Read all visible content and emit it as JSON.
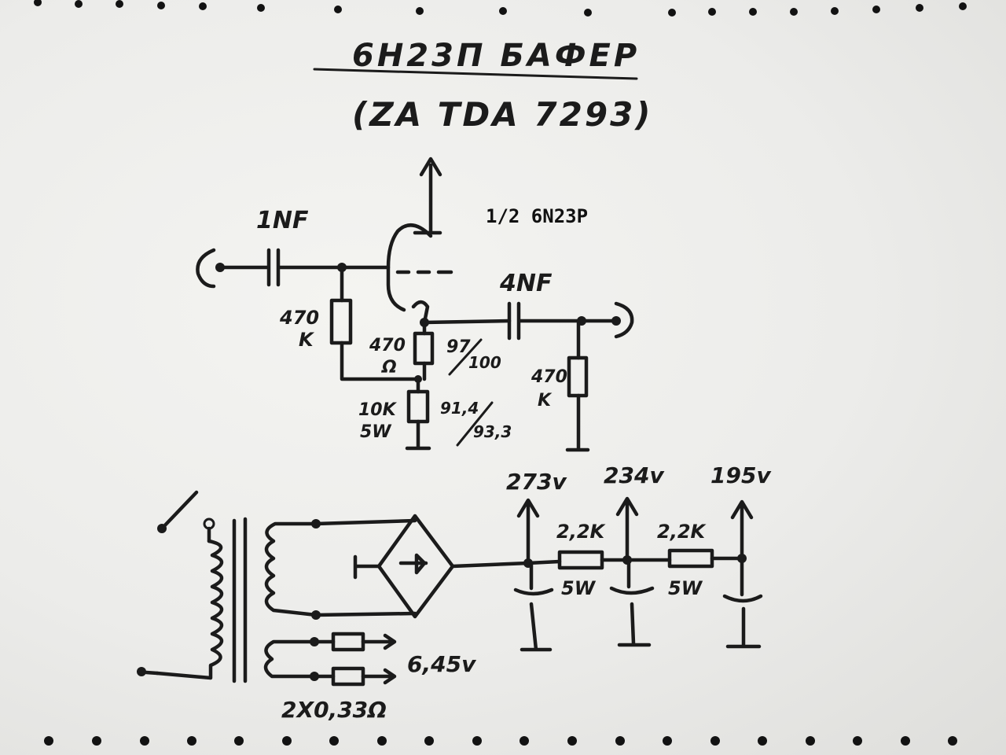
{
  "title": "6H23П БАФЕР",
  "subtitle": "(ZA TDA 7293)",
  "tube_label": "1/2  6N23P",
  "input_cap": "1NF",
  "output_cap": "4NF",
  "grid_resistor": {
    "value": "470",
    "unit": "K"
  },
  "cathode_resistor": {
    "value": "470",
    "unit": "Ω"
  },
  "cathode_voltage": {
    "num": "97",
    "den": "100"
  },
  "cathode_load": {
    "value": "10K",
    "power": "5W"
  },
  "cathode_load_voltage": {
    "num": "91,4",
    "den": "93,3"
  },
  "output_resistor": {
    "value": "470",
    "unit": "K"
  },
  "supply": {
    "v1": "273v",
    "v2": "234v",
    "v3": "195v",
    "r1": "2,2K",
    "r1_power": "5W",
    "r2": "2,2K",
    "r2_power": "5W"
  },
  "heater_voltage": "6,45v",
  "heater_resistors": "2X0,33Ω"
}
